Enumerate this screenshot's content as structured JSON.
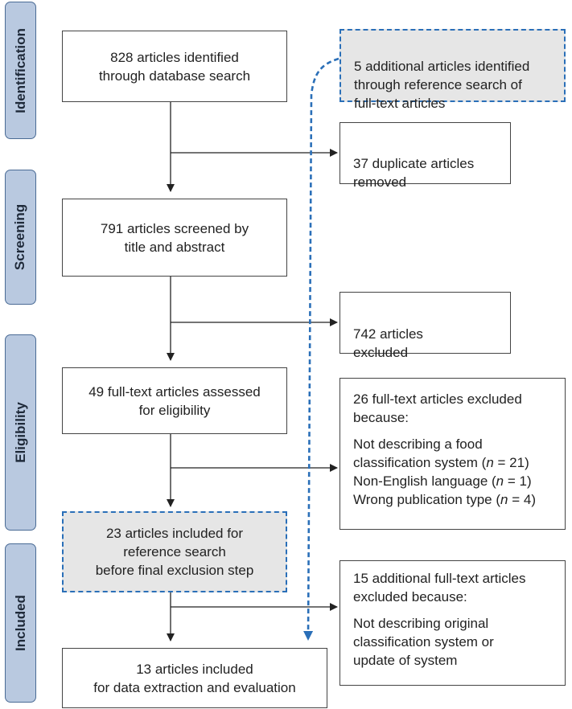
{
  "stages": {
    "identification": "Identification",
    "screening": "Screening",
    "eligibility": "Eligibility",
    "included": "Included"
  },
  "boxes": {
    "database_search": "828 articles identified\nthrough database search",
    "additional_identified": "5 additional articles identified\nthrough reference search of\nfull-text articles",
    "duplicates_removed": "37 duplicate articles\nremoved",
    "screened": "791 articles screened by\ntitle and abstract",
    "excluded_screening": "742 articles\nexcluded",
    "fulltext_assessed": "49 full-text articles assessed\nfor eligibility",
    "fulltext_excluded": {
      "header": "26 full-text articles excluded\nbecause:",
      "reason_1_text": "Not describing a food\nclassification system (",
      "reason_1_n": "n",
      "reason_1_count": " = 21)",
      "reason_2_text": "Non-English language (",
      "reason_2_n": "n",
      "reason_2_count": " = 1)",
      "reason_3_text": "Wrong publication type (",
      "reason_3_n": "n",
      "reason_3_count": " = 4)"
    },
    "reference_search": "23 articles included for\nreference search\nbefore final exclusion step",
    "additional_excluded": {
      "header": "15 additional full-text articles\nexcluded because:",
      "reason": "Not describing original\nclassification system or\nupdate of system"
    },
    "final_included": "13 articles included\nfor data extraction and evaluation"
  },
  "colors": {
    "tab_fill": "#b9c9e0",
    "tab_border": "#4a6b95",
    "dashed_blue": "#2a6fb8",
    "highlight_fill": "#e6e6e6",
    "box_border": "#444444"
  }
}
